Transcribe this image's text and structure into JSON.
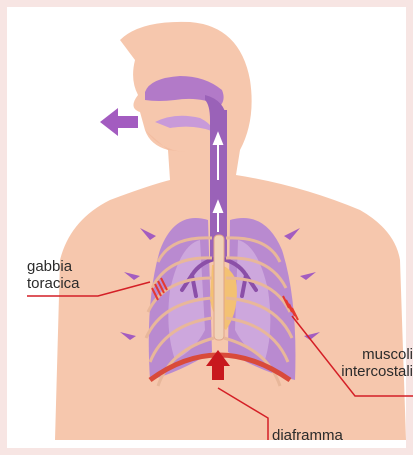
{
  "labels": {
    "rib_cage_line1": "gabbia",
    "rib_cage_line2": "toracica",
    "intercostal_line1": "muscoli",
    "intercostal_line2": "intercostali",
    "diaphragm": "diaframma"
  },
  "colors": {
    "background": "#f7e5e3",
    "skin": "#f6c7ad",
    "lung": "#b98ad0",
    "airway": "#9a62b8",
    "arrow": "#a35cc0",
    "leader_line": "#d41f26",
    "diaphragm_arrow": "#c8181e",
    "muscle": "#e5382f"
  }
}
